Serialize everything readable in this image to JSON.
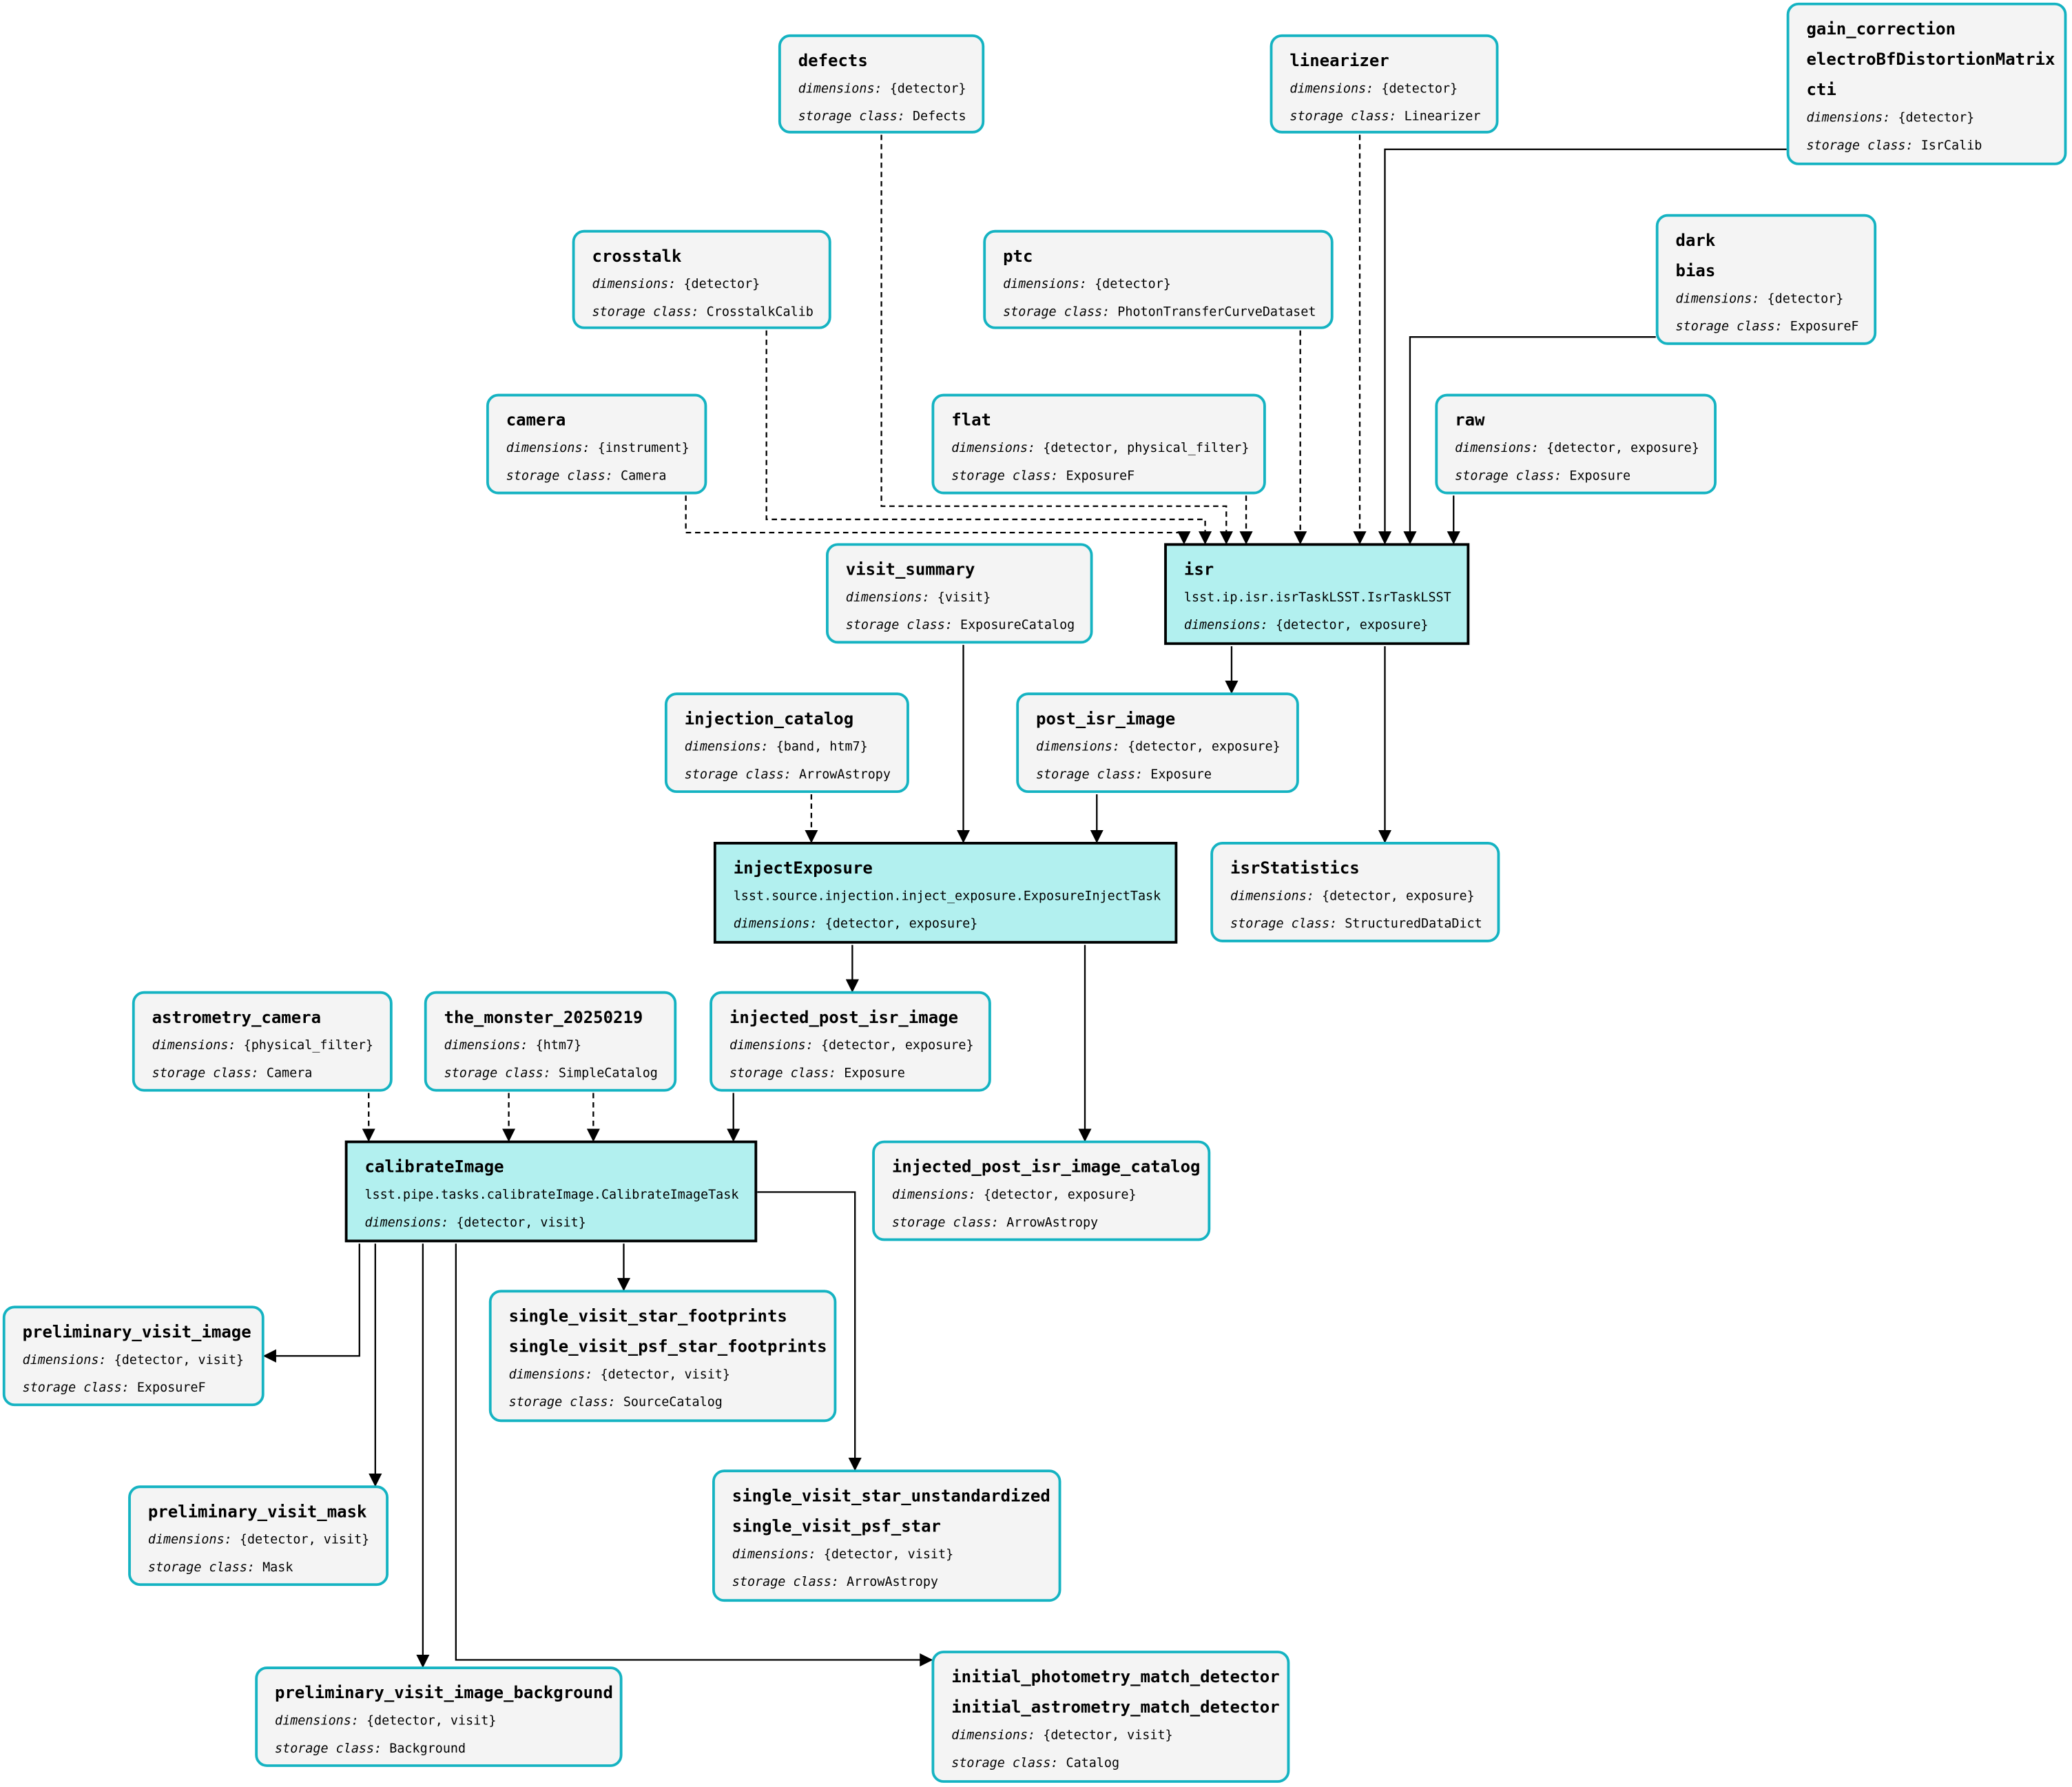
{
  "nodes": {
    "defects": {
      "names": [
        "defects"
      ],
      "dimensions": "{detector}",
      "storage_class": "Defects"
    },
    "linearizer": {
      "names": [
        "linearizer"
      ],
      "dimensions": "{detector}",
      "storage_class": "Linearizer"
    },
    "gain": {
      "names": [
        "gain_correction",
        "electroBfDistortionMatrix",
        "cti"
      ],
      "dimensions": "{detector}",
      "storage_class": "IsrCalib"
    },
    "crosstalk": {
      "names": [
        "crosstalk"
      ],
      "dimensions": "{detector}",
      "storage_class": "CrosstalkCalib"
    },
    "ptc": {
      "names": [
        "ptc"
      ],
      "dimensions": "{detector}",
      "storage_class": "PhotonTransferCurveDataset"
    },
    "darkbias": {
      "names": [
        "dark",
        "bias"
      ],
      "dimensions": "{detector}",
      "storage_class": "ExposureF"
    },
    "camera": {
      "names": [
        "camera"
      ],
      "dimensions": "{instrument}",
      "storage_class": "Camera"
    },
    "flat": {
      "names": [
        "flat"
      ],
      "dimensions": "{detector, physical_filter}",
      "storage_class": "ExposureF"
    },
    "raw": {
      "names": [
        "raw"
      ],
      "dimensions": "{detector, exposure}",
      "storage_class": "Exposure"
    },
    "visit_summary": {
      "names": [
        "visit_summary"
      ],
      "dimensions": "{visit}",
      "storage_class": "ExposureCatalog"
    },
    "isr": {
      "names": [
        "isr"
      ],
      "task": "lsst.ip.isr.isrTaskLSST.IsrTaskLSST",
      "dimensions": "{detector, exposure}"
    },
    "injection_catalog": {
      "names": [
        "injection_catalog"
      ],
      "dimensions": "{band, htm7}",
      "storage_class": "ArrowAstropy"
    },
    "post_isr_image": {
      "names": [
        "post_isr_image"
      ],
      "dimensions": "{detector, exposure}",
      "storage_class": "Exposure"
    },
    "injectExposure": {
      "names": [
        "injectExposure"
      ],
      "task": "lsst.source.injection.inject_exposure.ExposureInjectTask",
      "dimensions": "{detector, exposure}"
    },
    "isrStatistics": {
      "names": [
        "isrStatistics"
      ],
      "dimensions": "{detector, exposure}",
      "storage_class": "StructuredDataDict"
    },
    "astrometry_camera": {
      "names": [
        "astrometry_camera"
      ],
      "dimensions": "{physical_filter}",
      "storage_class": "Camera"
    },
    "monster": {
      "names": [
        "the_monster_20250219"
      ],
      "dimensions": "{htm7}",
      "storage_class": "SimpleCatalog"
    },
    "injected_post_isr_image": {
      "names": [
        "injected_post_isr_image"
      ],
      "dimensions": "{detector, exposure}",
      "storage_class": "Exposure"
    },
    "calibrateImage": {
      "names": [
        "calibrateImage"
      ],
      "task": "lsst.pipe.tasks.calibrateImage.CalibrateImageTask",
      "dimensions": "{detector, visit}"
    },
    "injected_catalog": {
      "names": [
        "injected_post_isr_image_catalog"
      ],
      "dimensions": "{detector, exposure}",
      "storage_class": "ArrowAstropy"
    },
    "prelim_image": {
      "names": [
        "preliminary_visit_image"
      ],
      "dimensions": "{detector, visit}",
      "storage_class": "ExposureF"
    },
    "footprints": {
      "names": [
        "single_visit_star_footprints",
        "single_visit_psf_star_footprints"
      ],
      "dimensions": "{detector, visit}",
      "storage_class": "SourceCatalog"
    },
    "unstandardized": {
      "names": [
        "single_visit_star_unstandardized",
        "single_visit_psf_star"
      ],
      "dimensions": "{detector, visit}",
      "storage_class": "ArrowAstropy"
    },
    "prelim_mask": {
      "names": [
        "preliminary_visit_mask"
      ],
      "dimensions": "{detector, visit}",
      "storage_class": "Mask"
    },
    "prelim_background": {
      "names": [
        "preliminary_visit_image_background"
      ],
      "dimensions": "{detector, visit}",
      "storage_class": "Background"
    },
    "match_detector": {
      "names": [
        "initial_photometry_match_detector",
        "initial_astrometry_match_detector"
      ],
      "dimensions": "{detector, visit}",
      "storage_class": "Catalog"
    }
  },
  "labels": {
    "dimensions": "dimensions:",
    "storage_class": "storage class:"
  },
  "edges": [
    {
      "from": "camera",
      "to": "isr",
      "style": "dashed"
    },
    {
      "from": "crosstalk",
      "to": "isr",
      "style": "dashed"
    },
    {
      "from": "defects",
      "to": "isr",
      "style": "dashed"
    },
    {
      "from": "flat",
      "to": "isr",
      "style": "dashed"
    },
    {
      "from": "ptc",
      "to": "isr",
      "style": "dashed"
    },
    {
      "from": "linearizer",
      "to": "isr",
      "style": "dashed"
    },
    {
      "from": "gain",
      "to": "isr",
      "style": "solid"
    },
    {
      "from": "darkbias",
      "to": "isr",
      "style": "solid"
    },
    {
      "from": "raw",
      "to": "isr",
      "style": "solid"
    },
    {
      "from": "isr",
      "to": "post_isr_image",
      "style": "solid"
    },
    {
      "from": "isr",
      "to": "isrStatistics",
      "style": "solid"
    },
    {
      "from": "visit_summary",
      "to": "injectExposure",
      "style": "solid"
    },
    {
      "from": "injection_catalog",
      "to": "injectExposure",
      "style": "dashed"
    },
    {
      "from": "post_isr_image",
      "to": "injectExposure",
      "style": "solid"
    },
    {
      "from": "injectExposure",
      "to": "injected_post_isr_image",
      "style": "solid"
    },
    {
      "from": "injectExposure",
      "to": "injected_catalog",
      "style": "solid"
    },
    {
      "from": "astrometry_camera",
      "to": "calibrateImage",
      "style": "dashed"
    },
    {
      "from": "monster",
      "to": "calibrateImage",
      "style": "dashed"
    },
    {
      "from": "monster",
      "to": "calibrateImage",
      "style": "dashed"
    },
    {
      "from": "injected_post_isr_image",
      "to": "calibrateImage",
      "style": "solid"
    },
    {
      "from": "calibrateImage",
      "to": "prelim_image",
      "style": "solid"
    },
    {
      "from": "calibrateImage",
      "to": "footprints",
      "style": "solid"
    },
    {
      "from": "calibrateImage",
      "to": "unstandardized",
      "style": "solid"
    },
    {
      "from": "calibrateImage",
      "to": "prelim_mask",
      "style": "solid"
    },
    {
      "from": "calibrateImage",
      "to": "prelim_background",
      "style": "solid"
    },
    {
      "from": "calibrateImage",
      "to": "match_detector",
      "style": "solid"
    }
  ]
}
